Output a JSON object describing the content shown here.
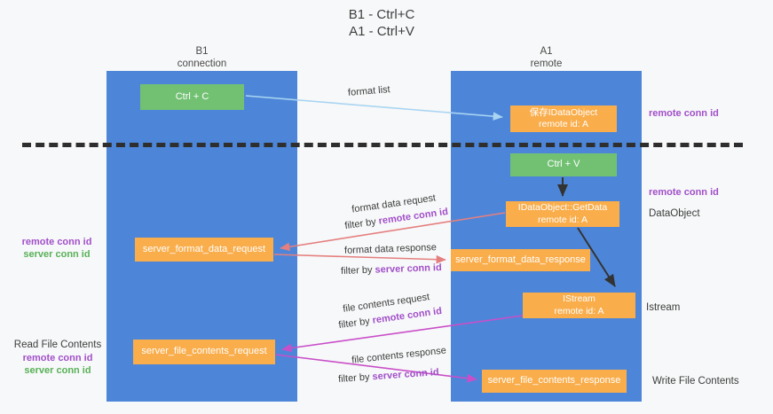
{
  "title": {
    "line1": "B1 - Ctrl+C",
    "line2": "A1 - Ctrl+V"
  },
  "columns": {
    "left": {
      "title": "B1",
      "subtitle": "connection"
    },
    "right": {
      "title": "A1",
      "subtitle": "remote"
    }
  },
  "boxes": {
    "ctrl_c": "Ctrl + C",
    "ctrl_v": "Ctrl + V",
    "save_dataobject": {
      "line1": "保存IDataObject",
      "line2": "remote id: A"
    },
    "getdata": {
      "line1": "IDataObject::GetData",
      "line2": "remote id: A"
    },
    "istream": {
      "line1": "IStream",
      "line2": "remote id: A"
    },
    "server_format_data_request": "server_format_data_request",
    "server_format_data_response": "server_format_data_response",
    "server_file_contents_request": "server_file_contents_request",
    "server_file_contents_response": "server_file_contents_response"
  },
  "flow_labels": {
    "format_list": "format list",
    "format_data_request": "format data request",
    "format_data_response": "format data response",
    "file_contents_request": "file contents request",
    "file_contents_response": "file contents response",
    "filter_by": "filter by",
    "remote_conn_id": "remote conn id",
    "server_conn_id": "server conn id"
  },
  "side_labels": {
    "right_remote_conn_id_top": "remote conn id",
    "right_remote_conn_id_mid": "remote conn id",
    "dataobject": "DataObject",
    "istream": "Istream",
    "write_file_contents": "Write File Contents",
    "left_remote_conn_id": "remote conn id",
    "left_server_conn_id": "server conn id",
    "read_file_contents": "Read File Contents",
    "read_remote_conn_id": "remote conn id",
    "read_server_conn_id": "server conn id"
  },
  "colors": {
    "column_blue": "#4d86d8",
    "box_green": "#72c173",
    "box_orange": "#f9ad4b",
    "arrow_light_blue": "#a9d5f2",
    "arrow_black": "#333333",
    "arrow_salmon": "#e57f7f",
    "arrow_magenta": "#c94fc9",
    "text_purple": "#a14fc9",
    "text_green": "#58b158",
    "background": "#f7f8f9"
  }
}
